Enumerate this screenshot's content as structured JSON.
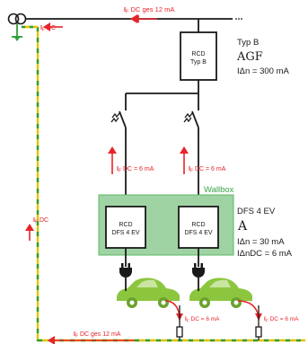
{
  "colors": {
    "red": "#e8242b",
    "line": "#1a1a1a",
    "wallbox_fill": "#9fd3a3",
    "wallbox_text": "#3aa445",
    "ground": "#e0c400",
    "ground_dash": "#2f9e3a",
    "car": "#8cc63f",
    "rcd_box": "#ffffff"
  },
  "labels": {
    "total_top_sub": "F",
    "total_top_rest": " DC ges 12 mA",
    "left_top_sub": "F",
    "left_top_rest": " DC",
    "branch_left_sub": "F",
    "branch_left_rest": " DC = 6 mA",
    "branch_right_sub": "F",
    "branch_right_rest": " DC = 6 mA",
    "left_mid_sub": "F",
    "left_mid_rest": " DC",
    "bottom_left_sub": "F",
    "bottom_left_rest": " DC = 6 mA",
    "bottom_right_sub": "F",
    "bottom_right_rest": " DC = 6 mA",
    "bottom_total_sub": "F",
    "bottom_total_rest": " DC ges 12 mA",
    "current_prefix": "I"
  },
  "rcd_main": {
    "line1": "RCD",
    "line2": "Typ B"
  },
  "rcd_main_spec": {
    "type": "Typ B",
    "agf": "AGF",
    "idn": "IΔn = 300 mA"
  },
  "wallbox": {
    "title": "Wallbox",
    "rcd_left_line1": "RCD",
    "rcd_left_line2": "DFS 4 EV",
    "rcd_right_line1": "RCD",
    "rcd_right_line2": "DFS 4 EV"
  },
  "wallbox_spec": {
    "name": "DFS 4 EV",
    "symbol": "A",
    "idn": "IΔn = 30 mA",
    "idndc": "IΔnDC = 6 mA"
  }
}
